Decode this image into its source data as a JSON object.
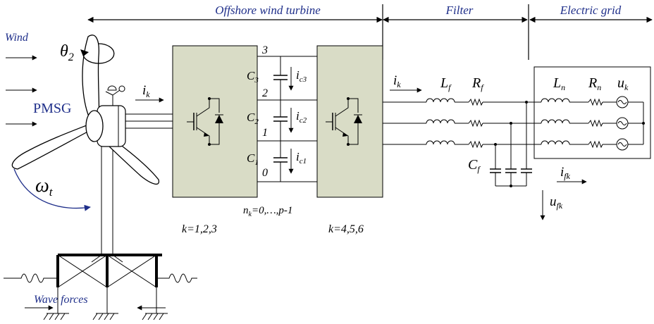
{
  "sections": {
    "turbine": "Offshore wind turbine",
    "filter": "Filter",
    "grid": "Electric grid"
  },
  "labels": {
    "wind": "Wind",
    "theta": "θ",
    "theta_sub": "2",
    "pmsg": "PMSG",
    "omega": "ω",
    "omega_sub": "t",
    "wave": "Wave forces",
    "ik_main": "i",
    "ik_main_sub": "k",
    "ik_out": "i",
    "ik_out_sub": "k",
    "c3": "C",
    "c3_sub": "3",
    "c2": "C",
    "c2_sub": "2",
    "c1": "C",
    "c1_sub": "1",
    "ic3": "i",
    "ic3_sub": "c3",
    "ic2": "i",
    "ic2_sub": "c2",
    "ic1": "i",
    "ic1_sub": "c1",
    "n3": "3",
    "n2": "2",
    "n1": "1",
    "n0": "0",
    "nk": "n",
    "nk_sub": "k",
    "nk_rest": "=0,…,p-1",
    "k_left": "k=1,2,3",
    "k_right": "k=4,5,6",
    "lf": "L",
    "lf_sub": "f",
    "rf": "R",
    "rf_sub": "f",
    "cf": "C",
    "cf_sub": "f",
    "ln": "L",
    "ln_sub": "n",
    "rn": "R",
    "rn_sub": "n",
    "uk": "u",
    "uk_sub": "k",
    "ifk": "i",
    "ifk_sub": "fk",
    "ufk": "u",
    "ufk_sub": "fk"
  },
  "colors": {
    "label_blue": "#1f2f8a",
    "converter_fill": "#d9dcc6",
    "line": "#000000"
  }
}
